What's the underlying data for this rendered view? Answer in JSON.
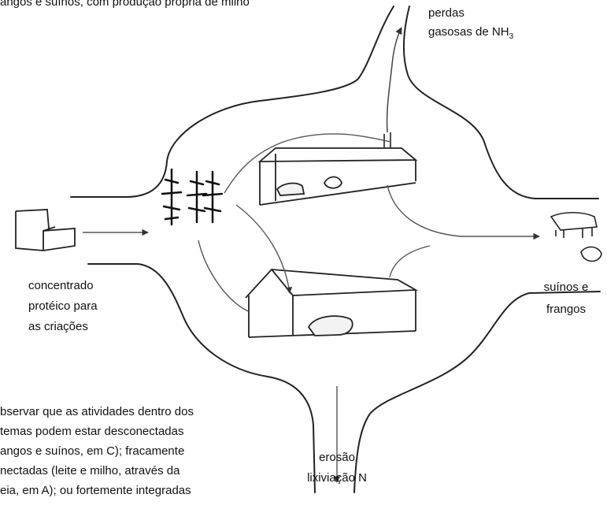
{
  "header_fragment": "angos e suínos, com produção própria de milho",
  "losses": {
    "line1": "perdas",
    "line2": "gasosas de NH",
    "sub": "3"
  },
  "input": {
    "line1": "concentrado",
    "line2": "protéico para",
    "line3": "as criações"
  },
  "output": {
    "line1": "suínos e",
    "line2": "frangos"
  },
  "bottom_label": {
    "line1": "erosão",
    "line2": "lixiviação N"
  },
  "note": {
    "line1": "bservar que as atividades dentro dos",
    "line2": "temas podem estar desconectadas",
    "line3": "angos e suínos, em C); fracamente",
    "line4": "nectadas (leite e milho, através da",
    "line5": "eia, em A); ou fortemente integradas"
  }
}
